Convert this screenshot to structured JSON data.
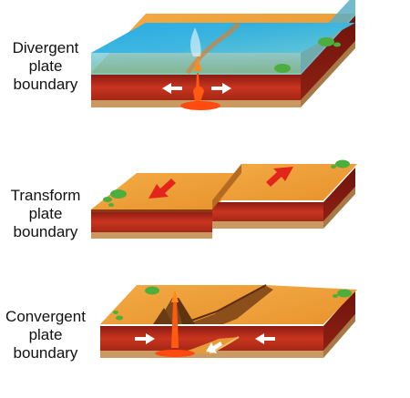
{
  "diagram": {
    "panels": [
      {
        "id": "divergent",
        "label_lines": [
          "Divergent",
          "plate",
          "boundary"
        ],
        "arrows": "away-from-ridge"
      },
      {
        "id": "transform",
        "label_lines": [
          "Transform",
          "plate",
          "boundary"
        ],
        "arrows": "sliding-past"
      },
      {
        "id": "convergent",
        "label_lines": [
          "Convergent",
          "plate",
          "boundary"
        ],
        "arrows": "toward-each-other"
      }
    ],
    "colors": {
      "ocean": "#5cc0e8",
      "ocean_surface": "#2aa4dc",
      "crust_top": "#f0a13a",
      "crust_side": "#b5261e",
      "mantle": "#c9351f",
      "rock_base": "#c99a62",
      "lava": "#ff4b10",
      "bush": "#4cae3c",
      "arrow_red": "#e2261c",
      "arrow_white": "#ffffff"
    }
  }
}
